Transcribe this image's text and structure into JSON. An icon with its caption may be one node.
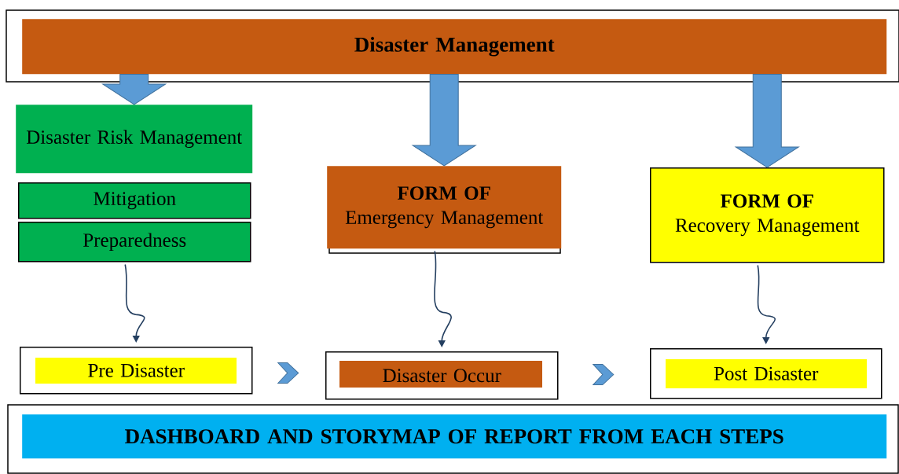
{
  "diagram": {
    "nodes": [
      {
        "text": [
          "Disaster Management"
        ]
      },
      {
        "text": [
          "Disaster Risk Management"
        ]
      },
      {
        "text": [
          "Mitigation"
        ]
      },
      {
        "text": [
          "Preparedness"
        ]
      },
      {
        "text": [
          "FORM OF",
          "Emergency Management"
        ]
      },
      {
        "text": [
          "FORM OF",
          "Recovery Management"
        ]
      },
      {
        "text": [
          "Pre Disaster"
        ]
      },
      {
        "text": [
          "Disaster Occur"
        ]
      },
      {
        "text": [
          "Post Disaster"
        ]
      },
      {
        "text": [
          "DASHBOARD AND STORYMAP  OF REPORT FROM EACH STEPS"
        ]
      }
    ],
    "edges": [
      {
        "from": 0,
        "to": 1,
        "arrow": "to",
        "style": "thick",
        "color": "#5b9bd5"
      },
      {
        "from": 0,
        "to": 4,
        "arrow": "to",
        "style": "thick",
        "color": "#5b9bd5"
      },
      {
        "from": 0,
        "to": 5,
        "arrow": "to",
        "style": "thick",
        "color": "#5b9bd5"
      },
      {
        "from": 3,
        "to": 6,
        "arrow": "to"
      },
      {
        "from": 4,
        "to": 7,
        "arrow": "to"
      },
      {
        "from": 5,
        "to": 8,
        "arrow": "to"
      },
      {
        "from": 6,
        "to": 7,
        "arrow": "to",
        "color": "#5b9bd5"
      },
      {
        "from": 7,
        "to": 8,
        "arrow": "to",
        "color": "#5b9bd5"
      }
    ]
  }
}
